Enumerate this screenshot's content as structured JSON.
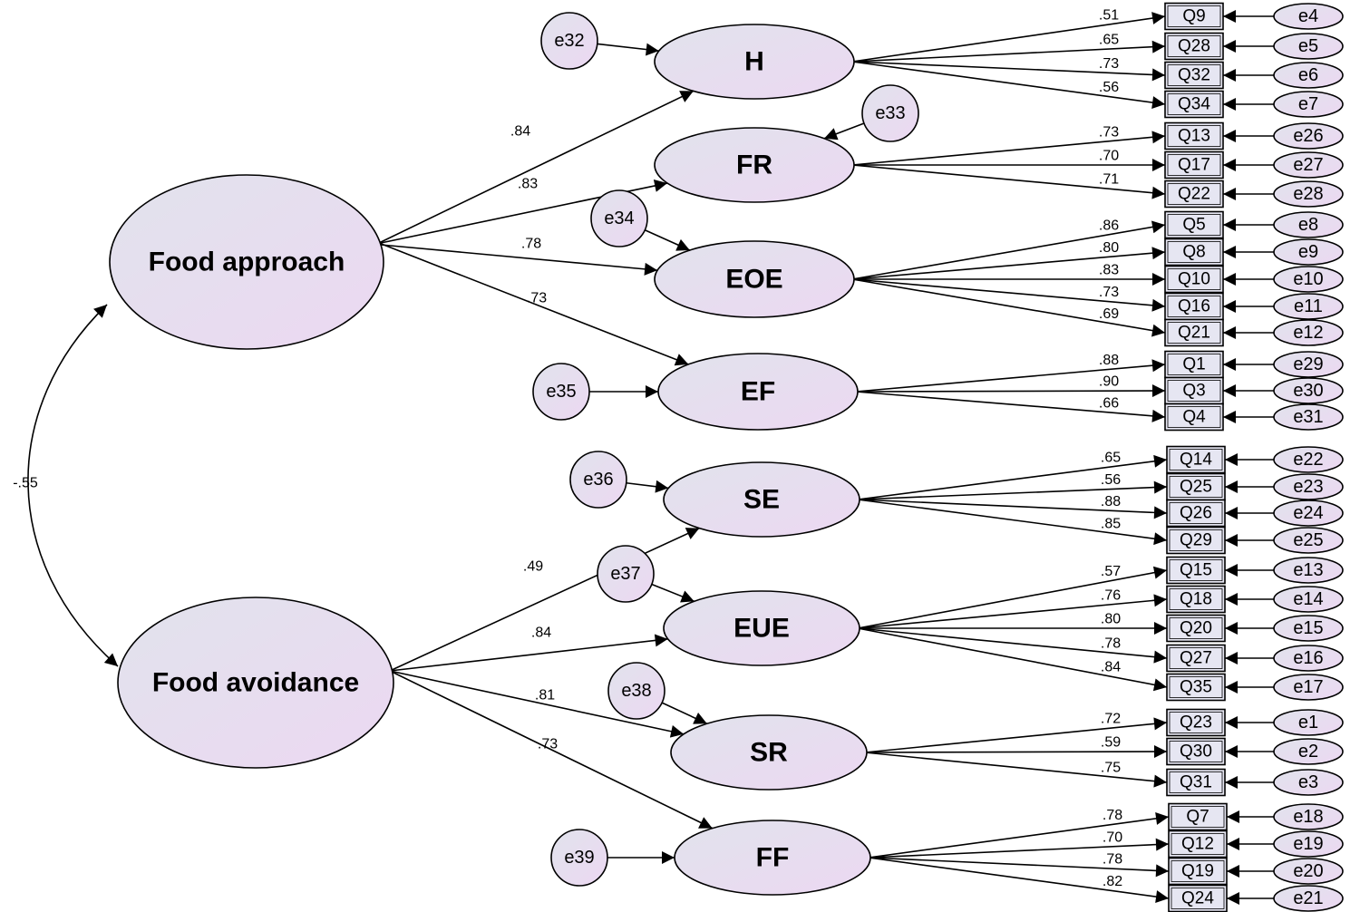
{
  "latent": [
    {
      "id": "FA",
      "label": "Food approach"
    },
    {
      "id": "FV",
      "label": "Food avoidance"
    }
  ],
  "correlation": {
    "from": "FA",
    "to": "FV",
    "label": "-.55"
  },
  "factors": [
    {
      "id": "H",
      "label": "H",
      "parent": "FA",
      "loading": ".84",
      "error": "e32"
    },
    {
      "id": "FR",
      "label": "FR",
      "parent": "FA",
      "loading": ".83",
      "error": "e33"
    },
    {
      "id": "EOE",
      "label": "EOE",
      "parent": "FA",
      "loading": ".78",
      "error": "e34"
    },
    {
      "id": "EF",
      "label": "EF",
      "parent": "FA",
      "loading": ".73",
      "error": "e35"
    },
    {
      "id": "SE",
      "label": "SE",
      "parent": "FV",
      "loading": ".49",
      "error": "e36"
    },
    {
      "id": "EUE",
      "label": "EUE",
      "parent": "FV",
      "loading": ".84",
      "error": "e37"
    },
    {
      "id": "SR",
      "label": "SR",
      "parent": "FV",
      "loading": ".81",
      "error": "e38"
    },
    {
      "id": "FF",
      "label": "FF",
      "parent": "FV",
      "loading": ".73",
      "error": "e39"
    }
  ],
  "items": [
    {
      "label": "Q9",
      "factor": "H",
      "loading": ".51",
      "error": "e4"
    },
    {
      "label": "Q28",
      "factor": "H",
      "loading": ".65",
      "error": "e5"
    },
    {
      "label": "Q32",
      "factor": "H",
      "loading": ".73",
      "error": "e6"
    },
    {
      "label": "Q34",
      "factor": "H",
      "loading": ".56",
      "error": "e7"
    },
    {
      "label": "Q13",
      "factor": "FR",
      "loading": ".73",
      "error": "e26"
    },
    {
      "label": "Q17",
      "factor": "FR",
      "loading": ".70",
      "error": "e27"
    },
    {
      "label": "Q22",
      "factor": "FR",
      "loading": ".71",
      "error": "e28"
    },
    {
      "label": "Q5",
      "factor": "EOE",
      "loading": ".86",
      "error": "e8"
    },
    {
      "label": "Q8",
      "factor": "EOE",
      "loading": ".80",
      "error": "e9"
    },
    {
      "label": "Q10",
      "factor": "EOE",
      "loading": ".83",
      "error": "e10"
    },
    {
      "label": "Q16",
      "factor": "EOE",
      "loading": ".73",
      "error": "e11"
    },
    {
      "label": "Q21",
      "factor": "EOE",
      "loading": ".69",
      "error": "e12"
    },
    {
      "label": "Q1",
      "factor": "EF",
      "loading": ".88",
      "error": "e29"
    },
    {
      "label": "Q3",
      "factor": "EF",
      "loading": ".90",
      "error": "e30"
    },
    {
      "label": "Q4",
      "factor": "EF",
      "loading": ".66",
      "error": "e31"
    },
    {
      "label": "Q14",
      "factor": "SE",
      "loading": ".65",
      "error": "e22"
    },
    {
      "label": "Q25",
      "factor": "SE",
      "loading": ".56",
      "error": "e23"
    },
    {
      "label": "Q26",
      "factor": "SE",
      "loading": ".88",
      "error": "e24"
    },
    {
      "label": "Q29",
      "factor": "SE",
      "loading": ".85",
      "error": "e25"
    },
    {
      "label": "Q15",
      "factor": "EUE",
      "loading": ".57",
      "error": "e13"
    },
    {
      "label": "Q18",
      "factor": "EUE",
      "loading": ".76",
      "error": "e14"
    },
    {
      "label": "Q20",
      "factor": "EUE",
      "loading": ".80",
      "error": "e15"
    },
    {
      "label": "Q27",
      "factor": "EUE",
      "loading": ".78",
      "error": "e16"
    },
    {
      "label": "Q35",
      "factor": "EUE",
      "loading": ".84",
      "error": "e17"
    },
    {
      "label": "Q23",
      "factor": "SR",
      "loading": ".72",
      "error": "e1"
    },
    {
      "label": "Q30",
      "factor": "SR",
      "loading": ".59",
      "error": "e2"
    },
    {
      "label": "Q31",
      "factor": "SR",
      "loading": ".75",
      "error": "e3"
    },
    {
      "label": "Q7",
      "factor": "FF",
      "loading": ".78",
      "error": "e18"
    },
    {
      "label": "Q12",
      "factor": "FF",
      "loading": ".70",
      "error": "e19"
    },
    {
      "label": "Q19",
      "factor": "FF",
      "loading": ".78",
      "error": "e20"
    },
    {
      "label": "Q24",
      "factor": "FF",
      "loading": ".82",
      "error": "e21"
    }
  ],
  "colors": {
    "node_fill_start": "#e1e3ec",
    "node_fill_end": "#ecd8f2",
    "item_fill": "#e6e6f2",
    "stroke": "#000000"
  }
}
